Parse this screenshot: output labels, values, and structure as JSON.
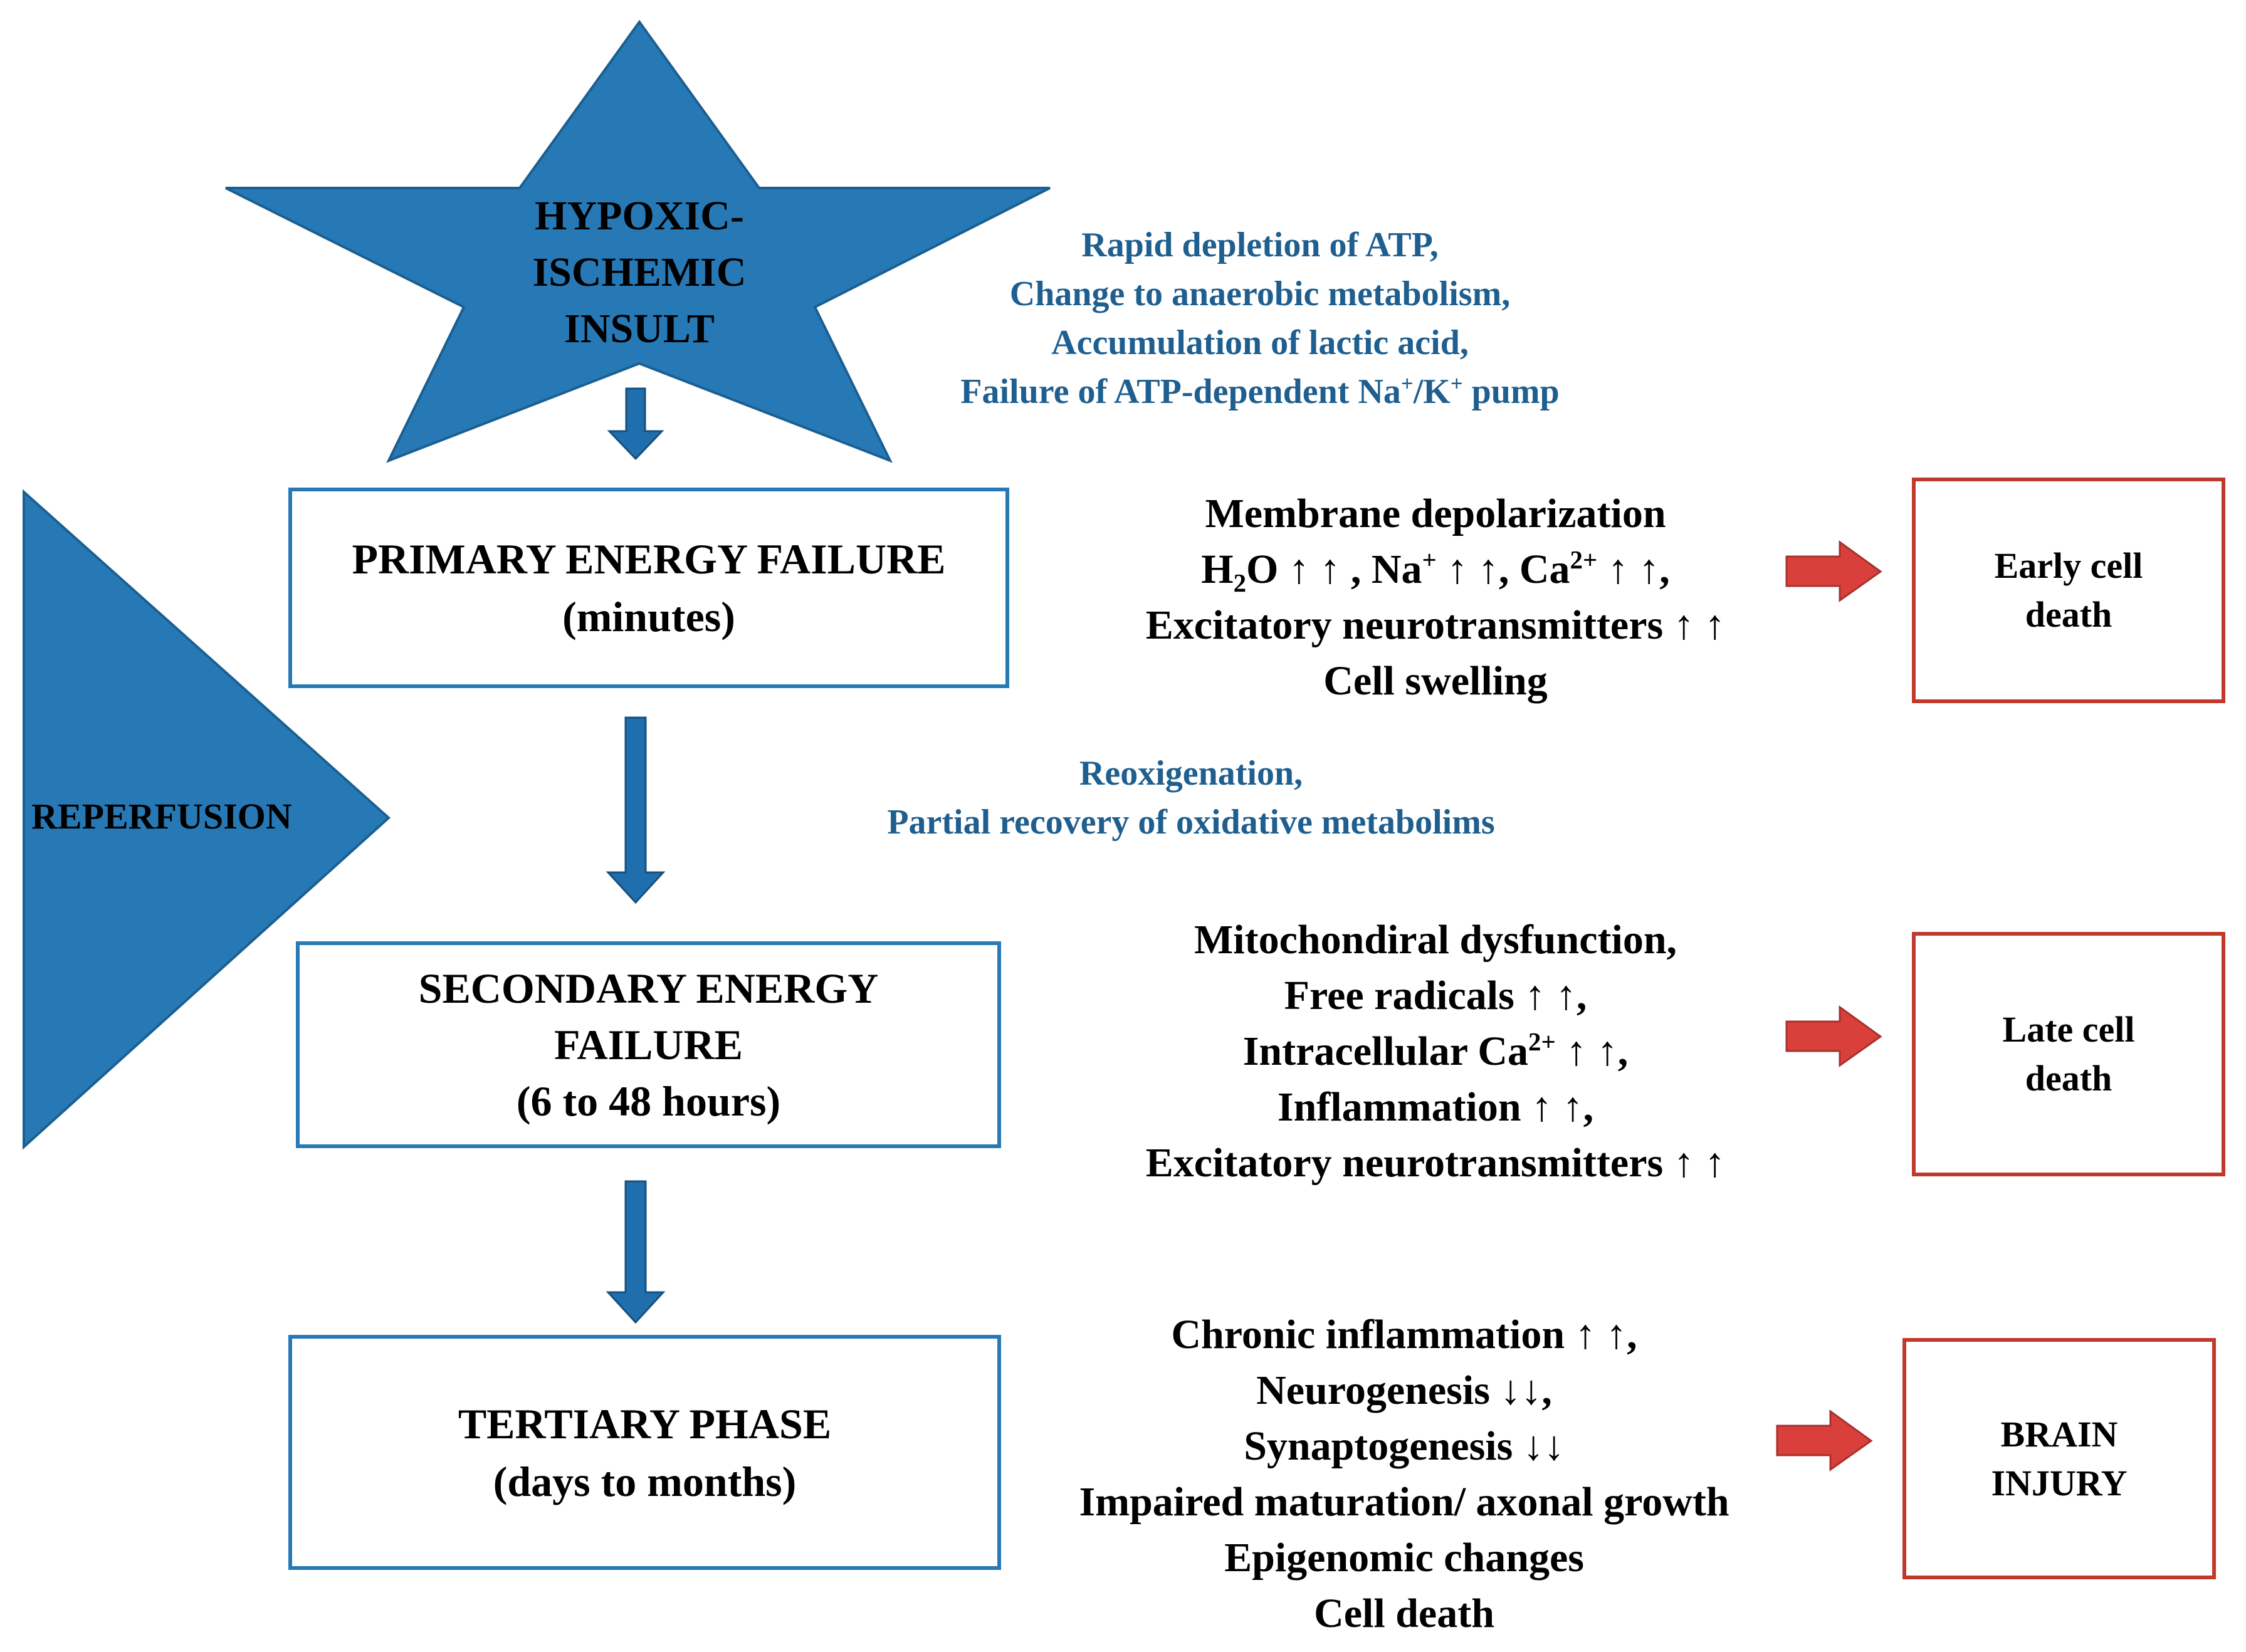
{
  "colors": {
    "shape_blue": "#2779b6",
    "arrow_blue": "#1f6fae",
    "annotation_blue": "#1f5f8f",
    "outcome_red": "#c0392b",
    "arrow_red": "#d9403b",
    "text": "#000000"
  },
  "insult": {
    "lines": [
      "HYPOXIC-",
      "ISCHEMIC",
      "INSULT"
    ]
  },
  "reperfusion": {
    "label": "REPERFUSION"
  },
  "atp_notes": {
    "l1": "Rapid depletion of ATP,",
    "l2": "Change to anaerobic metabolism,",
    "l3": "Accumulation of lactic acid,",
    "l4_pre": "Failure of ATP-dependent Na",
    "l4_sup1": "+",
    "l4_mid": "/K",
    "l4_sup2": "+",
    "l4_post": " pump"
  },
  "reox_notes": {
    "l1": "Reoxigenation,",
    "l2": "Partial recovery of oxidative metabolims"
  },
  "primary": {
    "title": "PRIMARY ENERGY FAILURE",
    "time": "(minutes)",
    "effects": {
      "l1": "Membrane depolarization",
      "l2_a": "H",
      "l2_sub": "2",
      "l2_b": "O ↑ ↑ , Na",
      "l2_sup1": "+",
      "l2_c": " ↑ ↑,  Ca",
      "l2_sup2": "2+",
      "l2_d": " ↑ ↑,",
      "l3": "Excitatory  neurotransmitters ↑ ↑",
      "l4": "Cell swelling"
    },
    "outcome": [
      "Early cell",
      "death"
    ]
  },
  "secondary": {
    "title_l1": "SECONDARY ENERGY",
    "title_l2": "FAILURE",
    "time": "(6 to 48 hours)",
    "effects": {
      "l1": "Mitochondiral dysfunction,",
      "l2": "Free radicals  ↑ ↑,",
      "l3_a": "Intracellular Ca",
      "l3_sup": "2+",
      "l3_b": " ↑ ↑,",
      "l4": "Inflammation ↑ ↑,",
      "l5": "Excitatory  neurotransmitters ↑ ↑"
    },
    "outcome": [
      "Late cell",
      "death"
    ]
  },
  "tertiary": {
    "title": "TERTIARY PHASE",
    "time": "(days to months)",
    "effects": {
      "l1": "Chronic inflammation ↑ ↑,",
      "l2": "Neurogenesis ↓↓,",
      "l3": "Synaptogenesis ↓↓",
      "l4": "Impaired maturation/ axonal growth",
      "l5": "Epigenomic changes",
      "l6": "Cell death"
    },
    "outcome": [
      "BRAIN",
      "INJURY"
    ]
  }
}
